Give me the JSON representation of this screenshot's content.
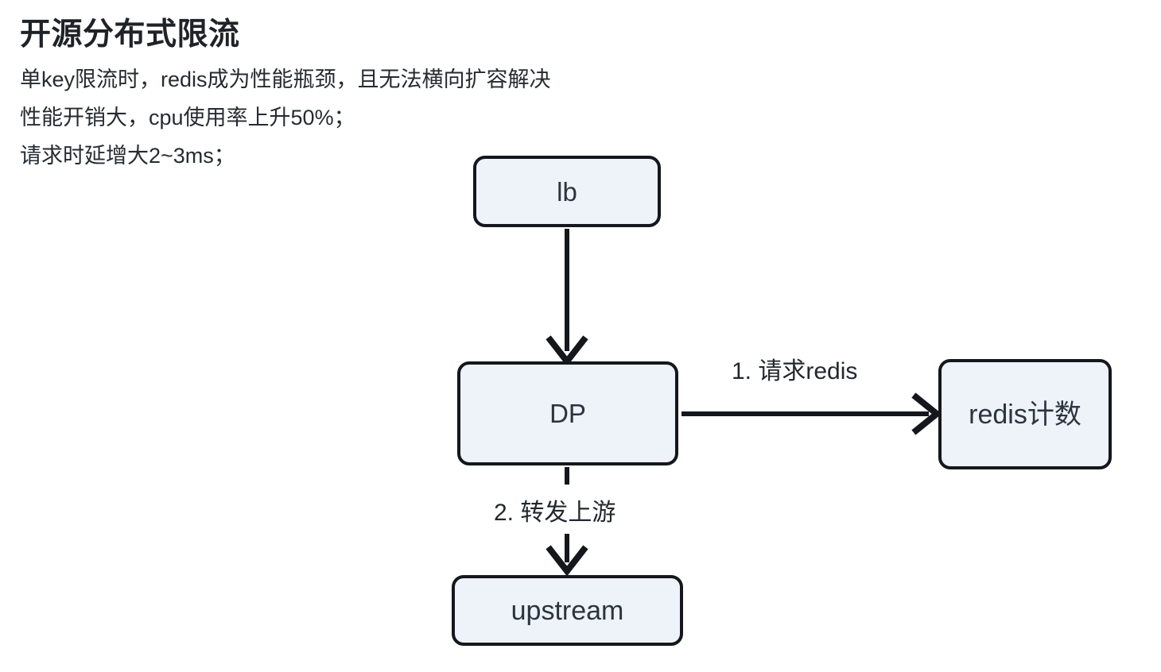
{
  "heading": {
    "title": "开源分布式限流",
    "lines": [
      "单key限流时，redis成为性能瓶颈，且无法横向扩容解决",
      "性能开销大，cpu使用率上升50%；",
      "请求时延增大2~3ms；"
    ]
  },
  "diagram": {
    "nodes": [
      {
        "id": "lb",
        "label": "lb"
      },
      {
        "id": "dp",
        "label": "DP"
      },
      {
        "id": "redis",
        "label": "redis计数"
      },
      {
        "id": "upstream",
        "label": "upstream"
      }
    ],
    "edges": [
      {
        "id": "lb-to-dp",
        "from": "lb",
        "to": "dp",
        "label": "",
        "direction": "down"
      },
      {
        "id": "dp-to-redis",
        "from": "dp",
        "to": "redis",
        "label": "1. 请求redis",
        "direction": "right"
      },
      {
        "id": "dp-to-upstream",
        "from": "dp",
        "to": "upstream",
        "label": "2. 转发上游",
        "direction": "down"
      }
    ]
  },
  "colors": {
    "node_fill": "#eef2f9",
    "node_border": "#14181c",
    "node_text": "#2b3440",
    "heading_text": "#1f2328",
    "body_text": "#262b31",
    "connector": "#14181c",
    "background": "#ffffff"
  }
}
